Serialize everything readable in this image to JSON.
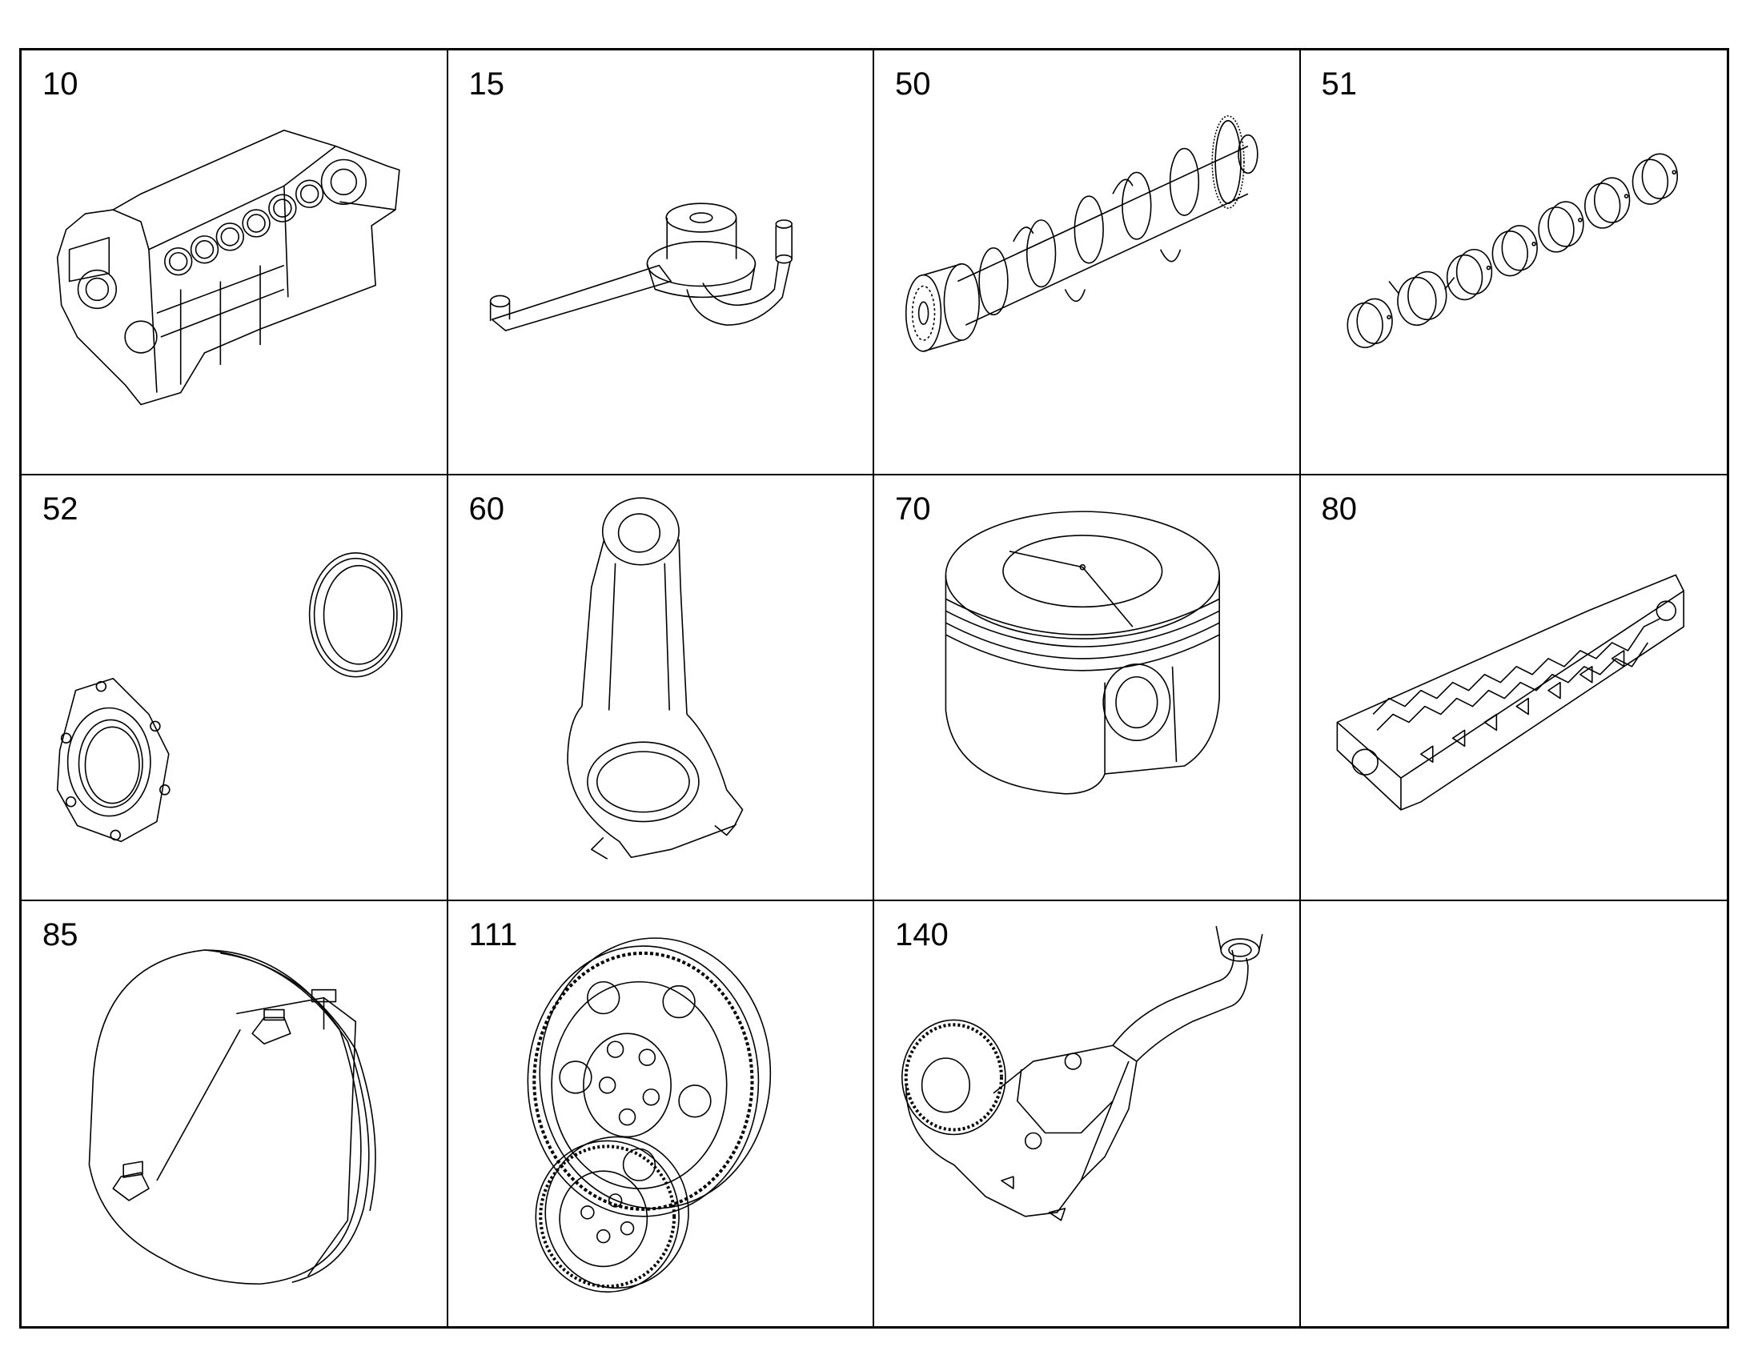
{
  "parts": [
    {
      "number": "10",
      "icon": "cylinder-block-icon"
    },
    {
      "number": "15",
      "icon": "piston-cooling-nozzle-icon"
    },
    {
      "number": "50",
      "icon": "crankshaft-icon"
    },
    {
      "number": "51",
      "icon": "main-bearing-shells-icon"
    },
    {
      "number": "52",
      "icon": "crankshaft-seals-icon"
    },
    {
      "number": "60",
      "icon": "connecting-rod-icon"
    },
    {
      "number": "70",
      "icon": "piston-icon"
    },
    {
      "number": "80",
      "icon": "cylinder-head-icon"
    },
    {
      "number": "85",
      "icon": "cover-plate-icon"
    },
    {
      "number": "111",
      "icon": "timing-gears-icon"
    },
    {
      "number": "140",
      "icon": "oil-pump-icon"
    },
    {
      "number": "",
      "icon": ""
    }
  ]
}
